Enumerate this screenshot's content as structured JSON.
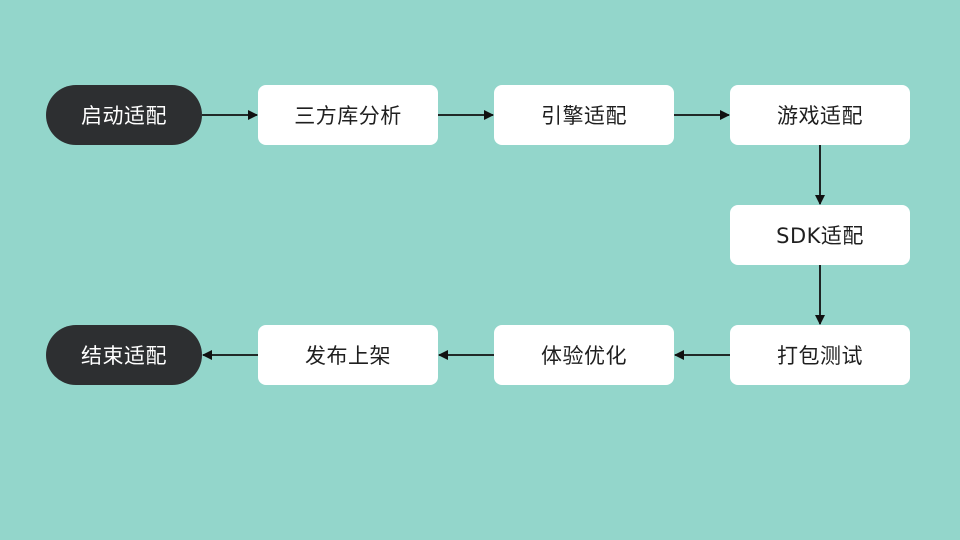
{
  "theme": {
    "background": "#93d6cb",
    "node_fill": "#ffffff",
    "node_text": "#1f1f1f",
    "terminal_fill": "#2d2f31",
    "terminal_text": "#ffffff",
    "edge_color": "#111111"
  },
  "flow": {
    "start": "启动适配",
    "library_analysis": "三方库分析",
    "engine_adapt": "引擎适配",
    "game_adapt": "游戏适配",
    "sdk_adapt": "SDK适配",
    "package_test": "打包测试",
    "experience_opt": "体验优化",
    "publish": "发布上架",
    "end": "结束适配"
  },
  "edges": [
    {
      "from": "start",
      "to": "library_analysis"
    },
    {
      "from": "library_analysis",
      "to": "engine_adapt"
    },
    {
      "from": "engine_adapt",
      "to": "game_adapt"
    },
    {
      "from": "game_adapt",
      "to": "sdk_adapt"
    },
    {
      "from": "sdk_adapt",
      "to": "package_test"
    },
    {
      "from": "package_test",
      "to": "experience_opt"
    },
    {
      "from": "experience_opt",
      "to": "publish"
    },
    {
      "from": "publish",
      "to": "end"
    }
  ]
}
